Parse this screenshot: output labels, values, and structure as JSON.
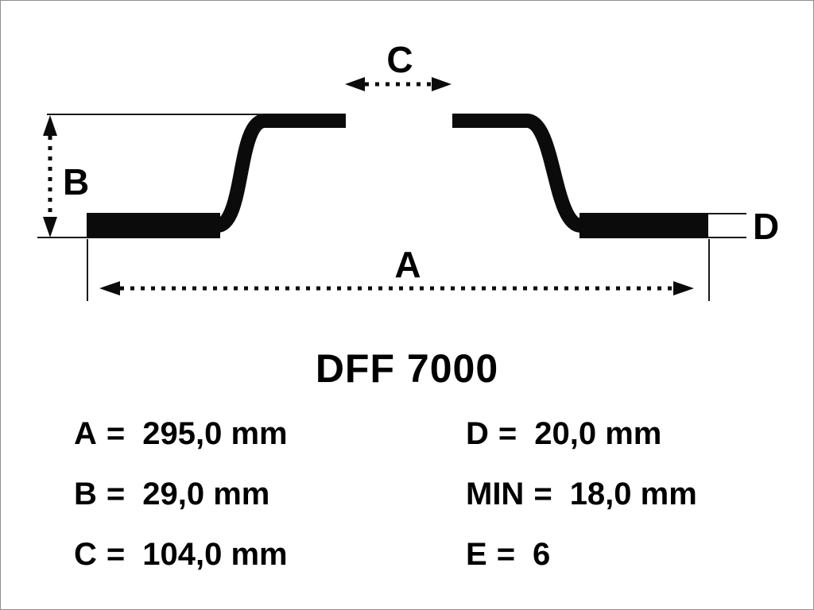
{
  "title": "DFF 7000",
  "diagram": {
    "labels": {
      "A": "A",
      "B": "B",
      "C": "C",
      "D": "D"
    }
  },
  "specs": {
    "equals": "=",
    "left": [
      {
        "label": "A",
        "value": "295,0 mm"
      },
      {
        "label": "B",
        "value": "29,0 mm"
      },
      {
        "label": "C",
        "value": "104,0 mm"
      }
    ],
    "right": [
      {
        "label": "D",
        "value": "20,0 mm"
      },
      {
        "label": "MIN",
        "value": "18,0 mm"
      },
      {
        "label": "E",
        "value": "6"
      }
    ]
  }
}
